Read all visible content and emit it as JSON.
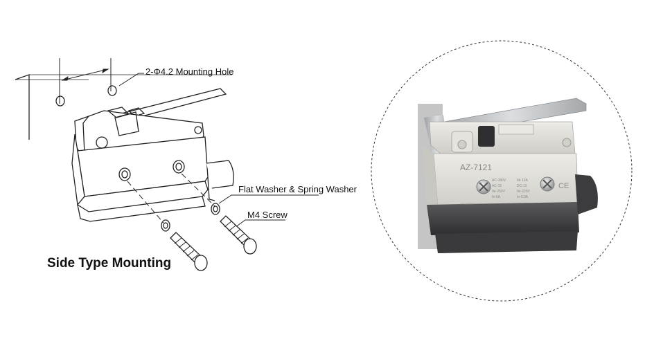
{
  "diagram": {
    "mounting_hole_label": "2-Φ4.2 Mounting Hole",
    "washer_label": "Flat Washer & Spring Washer",
    "screw_label": "M4 Screw",
    "title": "Side Type Mounting"
  },
  "photo": {
    "model": "AZ-7121",
    "spec_left": [
      "AC-380V",
      "AC-15",
      "0e-250V",
      "Ie-6A"
    ],
    "spec_right": [
      "Ith 10A",
      "DC-13",
      "0e-220V",
      "Ie-0.3A"
    ],
    "ce_mark": "CE",
    "bottom_code": "GB14048.5"
  },
  "colors": {
    "line": "#222222",
    "housing": "#d9d8d2",
    "base": "#4a4a4c",
    "metal": "#b9bcbf",
    "dashed_circle": "#333333"
  }
}
